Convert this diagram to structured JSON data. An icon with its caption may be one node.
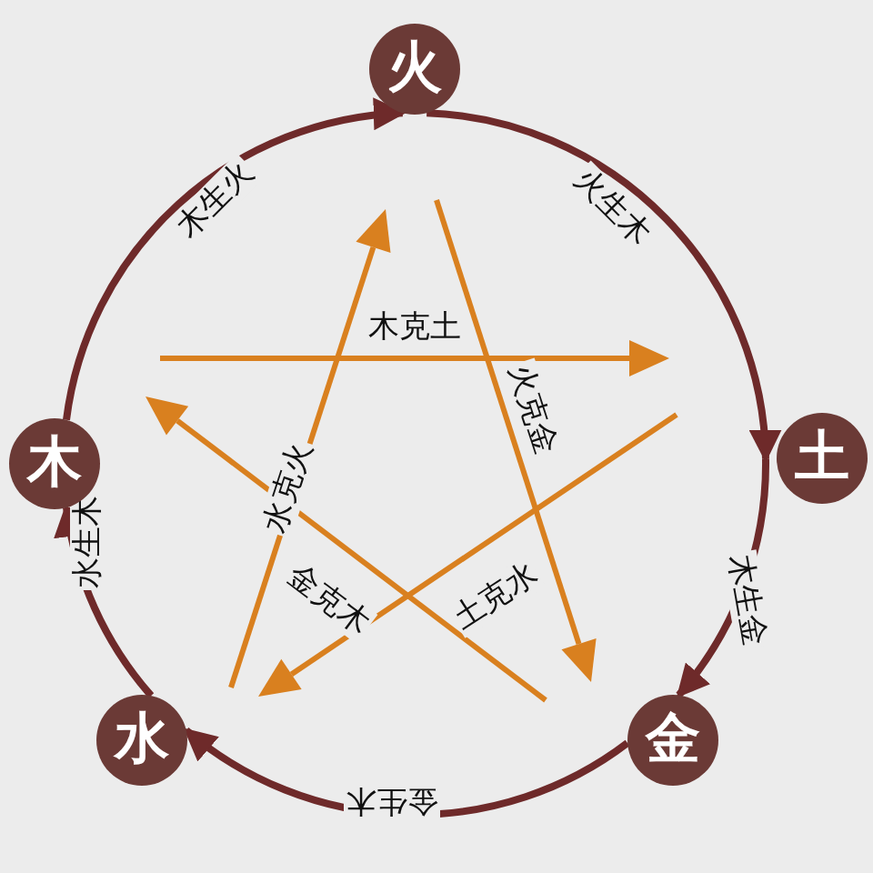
{
  "diagram": {
    "nodes": [
      {
        "text": [
          "火"
        ]
      },
      {
        "text": [
          "木"
        ]
      },
      {
        "text": [
          "土"
        ]
      },
      {
        "text": [
          "水"
        ]
      },
      {
        "text": [
          "金"
        ]
      }
    ],
    "edges": [
      {
        "from": 1,
        "to": 0,
        "arrow": "to",
        "label": "木生火"
      },
      {
        "from": 0,
        "to": 2,
        "arrow": "to",
        "label": "火生木"
      },
      {
        "from": 2,
        "to": 4,
        "arrow": "to",
        "label": "木生金"
      },
      {
        "from": 4,
        "to": 3,
        "arrow": "to",
        "label": "金生木"
      },
      {
        "from": 3,
        "to": 1,
        "arrow": "to",
        "label": "水生木"
      }
    ],
    "labels": [
      "木克土",
      "火克金",
      "水克火",
      "金克木",
      "土克水"
    ]
  }
}
